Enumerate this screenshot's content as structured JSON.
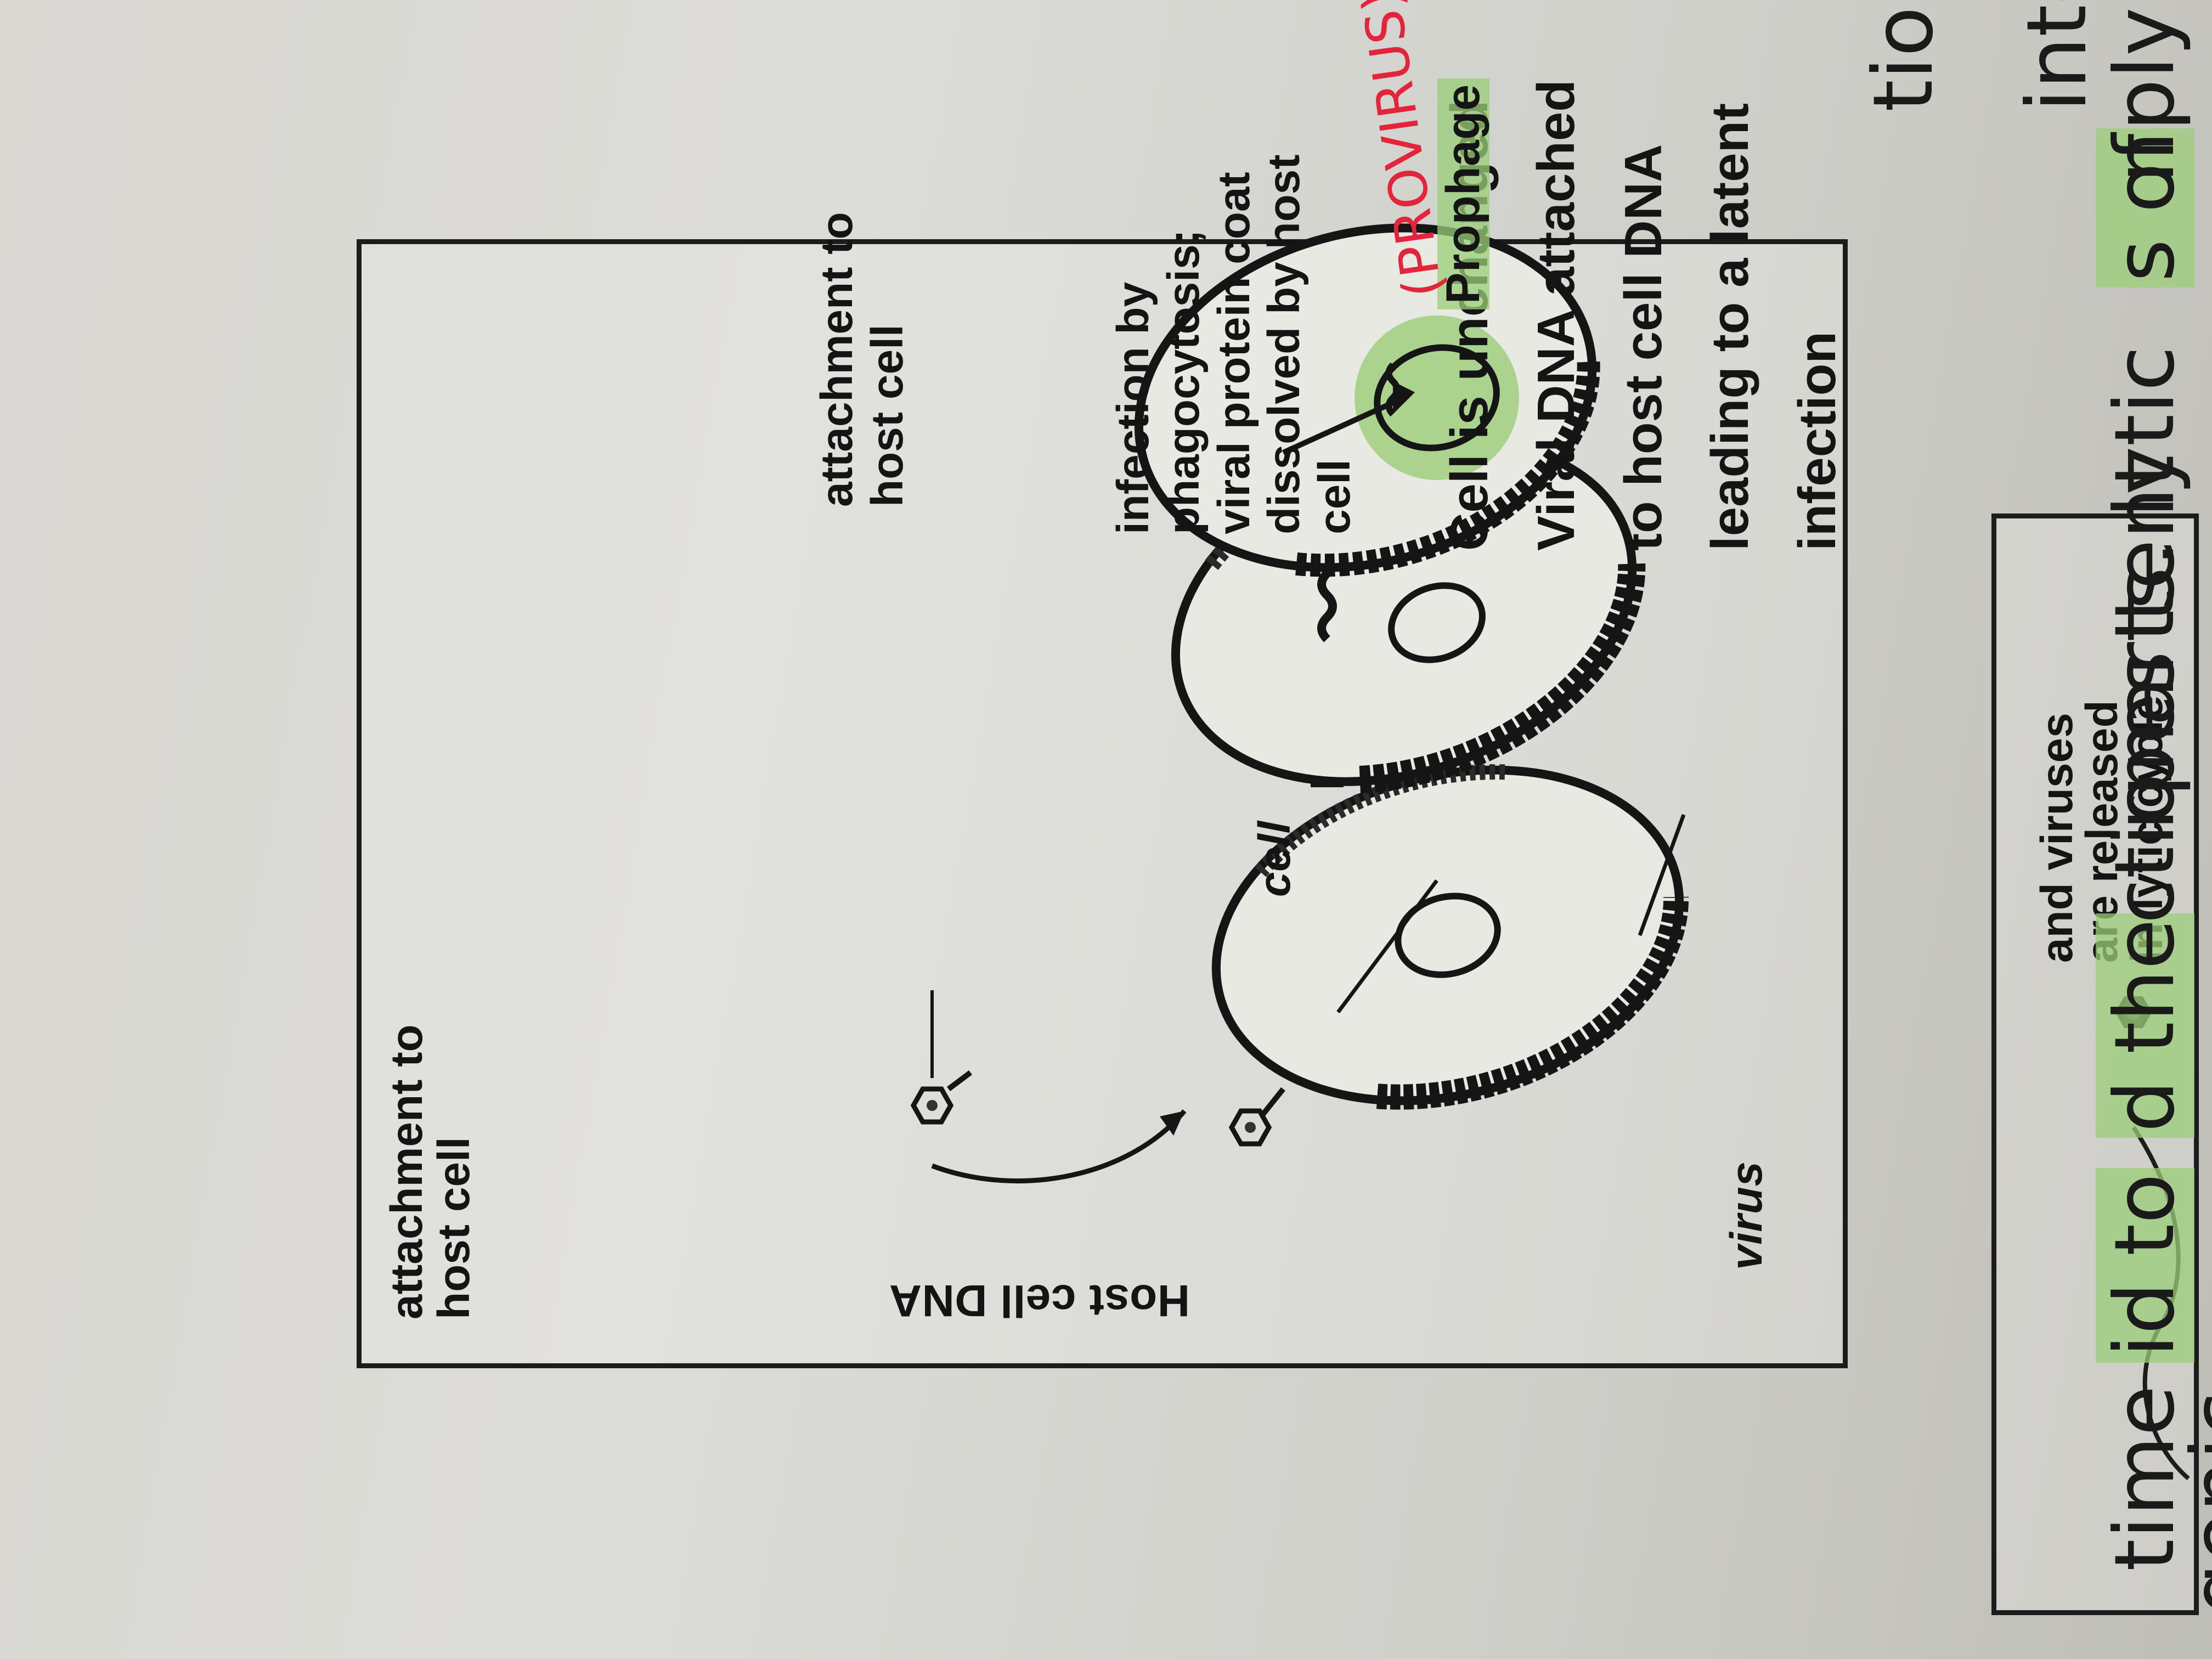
{
  "top_box": {
    "caption_lines": [
      "and viruses",
      "are released",
      "in lytic cycle"
    ]
  },
  "lysogenic_box": {
    "host_cell_dna_label": "Host cell DNA",
    "virus_label": "virus",
    "cell_label": "cell",
    "step1": [
      "attachment to",
      "host cell"
    ],
    "step2": [
      "infection by",
      "phagocytosis;",
      "viral protein coat",
      "dissolved by host",
      "cell"
    ],
    "step3": [
      "Cell is unchanged",
      "Viral DNA attached",
      "to host cell DNA",
      "leading to a latent",
      "infection"
    ],
    "prophage_label": "Prophage",
    "handwritten_annotation": "(PROVIRUS)"
  },
  "body_fragments": {
    "left_column": [
      "genic",
      "time",
      "id to",
      "d the",
      "ction",
      "rpes",
      "arts.",
      "tent",
      "lytic",
      "s of",
      "nply",
      "into",
      "tion"
    ]
  },
  "colors": {
    "highlighter": "#9bcd78",
    "annotation_red": "#e3243b",
    "ink": "#1c1c1c"
  }
}
